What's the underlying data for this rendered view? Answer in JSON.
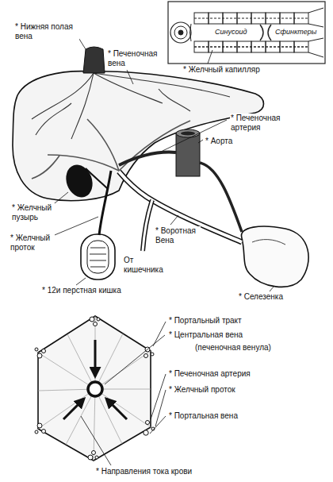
{
  "diagram": {
    "labels": [
      "* Нижняя полая вена",
      "* Печеночная вена",
      "* Печеночная артерия",
      "* Аорта",
      "* Желчный капилляр",
      "Синусоид",
      "Сфинктеры",
      "* Желчный пузырь",
      "* Желчный проток",
      "* Воротная Вена",
      "От кишечника",
      "* Селезенка",
      "* 12и перстная кишка",
      "* Портальный тракт",
      "* Центральная вена",
      "(печеночная венула)",
      "* Печеночная артерия",
      "* Желчный проток",
      "* Портальная вена",
      "* Направления тока крови"
    ]
  }
}
